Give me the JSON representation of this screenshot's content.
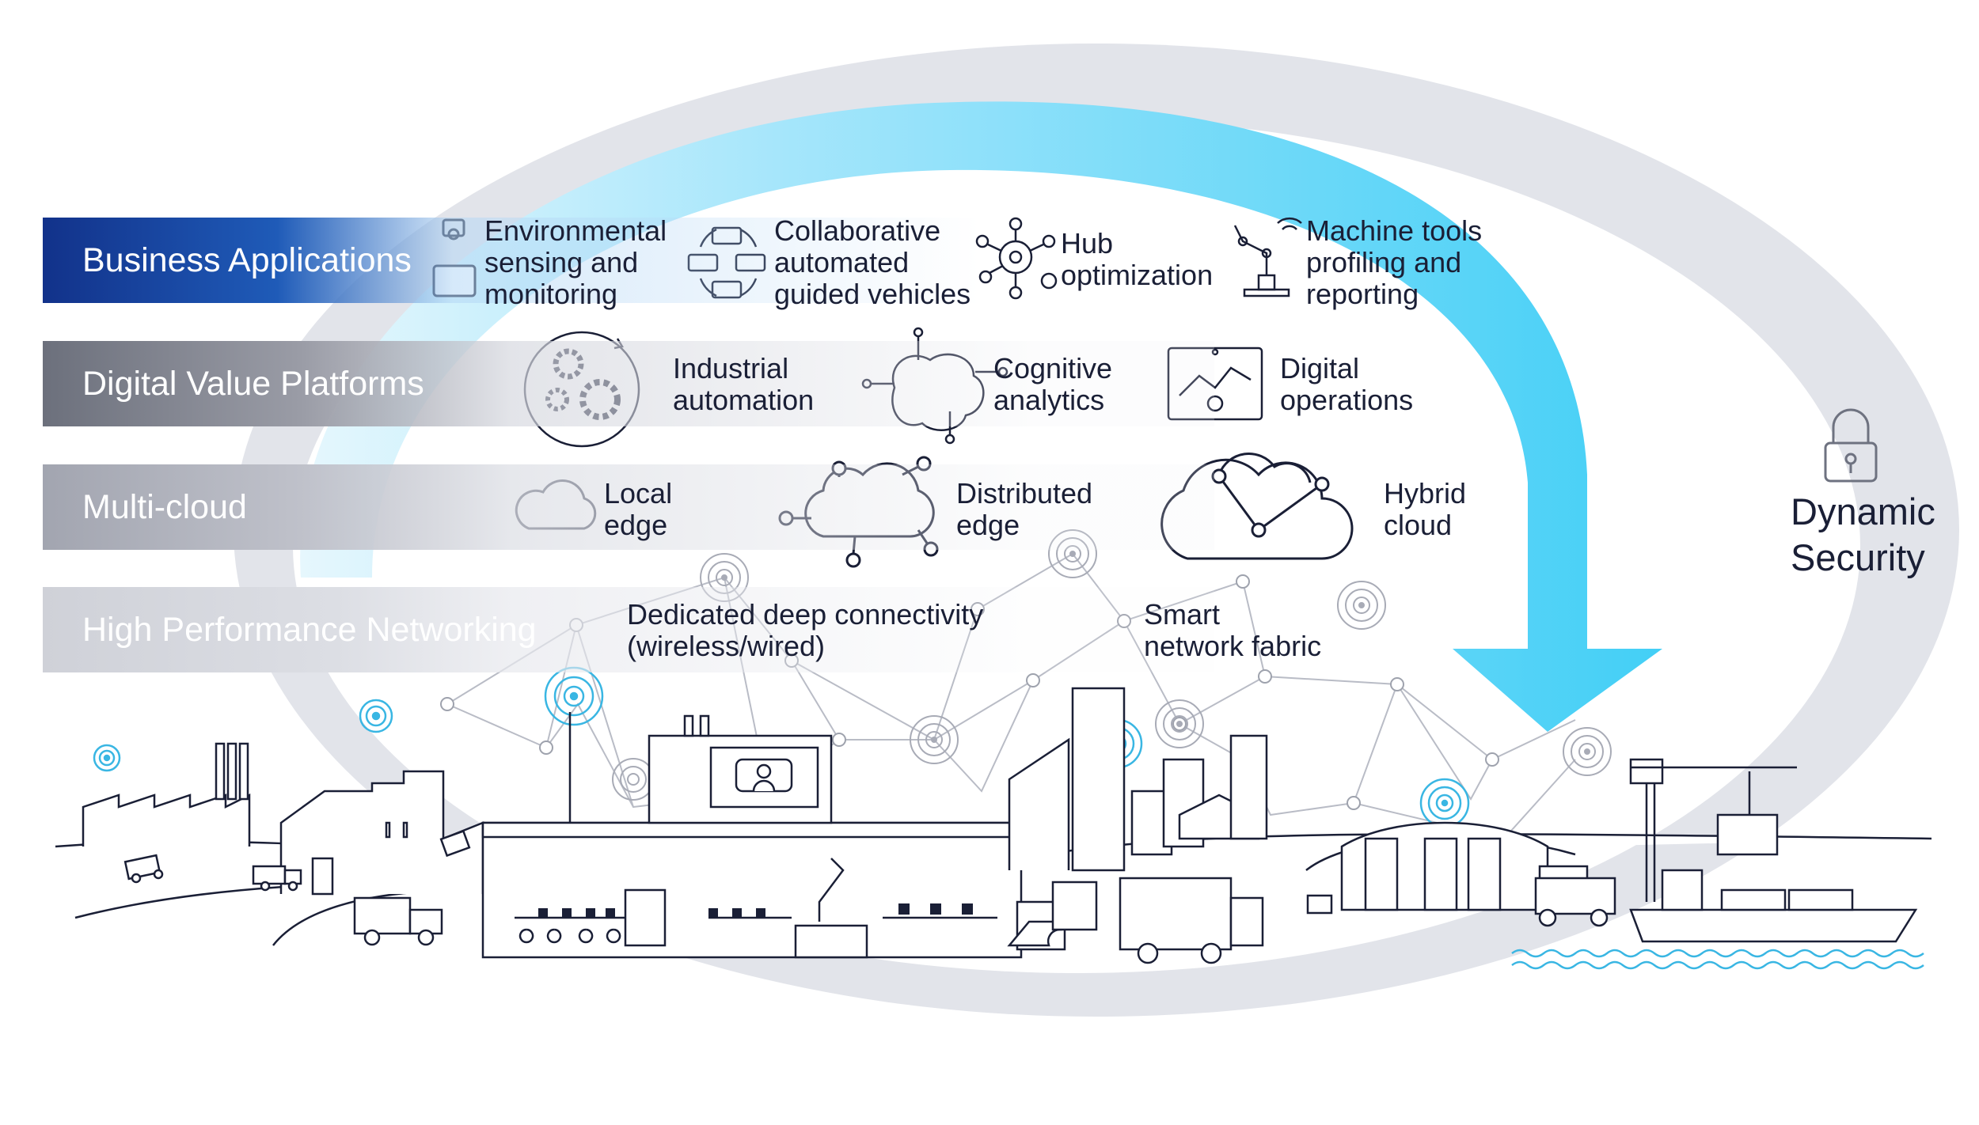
{
  "layers": [
    {
      "label": "Business Applications"
    },
    {
      "label": "Digital Value Platforms"
    },
    {
      "label": "Multi-cloud"
    },
    {
      "label": "High Performance Networking"
    }
  ],
  "business_items": [
    {
      "label": "Environmental\nsensing and\nmonitoring"
    },
    {
      "label": "Collaborative\nautomated\nguided vehicles"
    },
    {
      "label": "Hub\noptimization"
    },
    {
      "label": "Machine tools\nprofiling and\nreporting"
    }
  ],
  "platform_items": [
    {
      "label": "Industrial\nautomation"
    },
    {
      "label": "Cognitive\nanalytics"
    },
    {
      "label": "Digital\noperations"
    }
  ],
  "cloud_items": [
    {
      "label": "Local\nedge"
    },
    {
      "label": "Distributed\nedge"
    },
    {
      "label": "Hybrid\ncloud"
    }
  ],
  "network_items": [
    {
      "label": "Dedicated deep connectivity\n(wireless/wired)"
    },
    {
      "label": "Smart\nnetwork fabric"
    }
  ],
  "security": {
    "label": "Dynamic\nSecurity"
  },
  "colors": {
    "arrow_cyan": "#4fd3f7",
    "ring_gray": "#dfe1e8",
    "dark_blue": "#12328a",
    "line": "#1a1f36",
    "accent": "#39b6e3"
  }
}
